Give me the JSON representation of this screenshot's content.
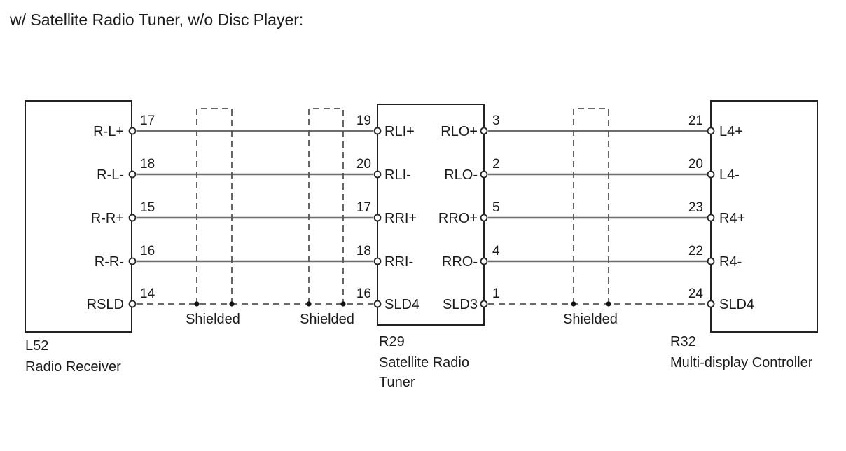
{
  "title": "w/ Satellite Radio Tuner, w/o Disc Player:",
  "components": {
    "left": {
      "code": "L52",
      "name": [
        "Radio Receiver"
      ]
    },
    "middle": {
      "code": "R29",
      "name": [
        "Satellite Radio",
        "Tuner"
      ]
    },
    "right": {
      "code": "R32",
      "name": [
        "Multi-display Controller"
      ]
    }
  },
  "shielded_label": "Shielded",
  "rows": [
    {
      "left_term": "R-L+",
      "left_pin": "17",
      "mid_in_pin": "19",
      "mid_in_term": "RLI+",
      "mid_out_term": "RLO+",
      "mid_out_pin": "3",
      "right_pin": "21",
      "right_term": "L4+"
    },
    {
      "left_term": "R-L-",
      "left_pin": "18",
      "mid_in_pin": "20",
      "mid_in_term": "RLI-",
      "mid_out_term": "RLO-",
      "mid_out_pin": "2",
      "right_pin": "20",
      "right_term": "L4-"
    },
    {
      "left_term": "R-R+",
      "left_pin": "15",
      "mid_in_pin": "17",
      "mid_in_term": "RRI+",
      "mid_out_term": "RRO+",
      "mid_out_pin": "5",
      "right_pin": "23",
      "right_term": "R4+"
    },
    {
      "left_term": "R-R-",
      "left_pin": "16",
      "mid_in_pin": "18",
      "mid_in_term": "RRI-",
      "mid_out_term": "RRO-",
      "mid_out_pin": "4",
      "right_pin": "22",
      "right_term": "R4-"
    },
    {
      "left_term": "RSLD",
      "left_pin": "14",
      "mid_in_pin": "16",
      "mid_in_term": "SLD4",
      "mid_out_term": "SLD3",
      "mid_out_pin": "1",
      "right_pin": "24",
      "right_term": "SLD4"
    }
  ]
}
